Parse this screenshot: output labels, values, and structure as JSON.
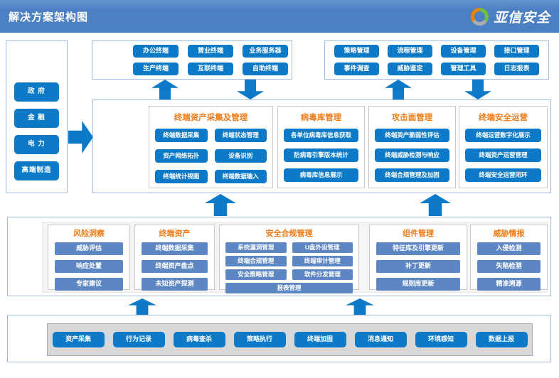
{
  "header": {
    "title": "解决方案架构图",
    "brand": "亚信安全"
  },
  "colors": {
    "header_bg": "#4b80c3",
    "accent_blue": "#0d7ac8",
    "soft_blue": "#5d87c3",
    "title_orange": "#ed7b17",
    "agent_panel_gray": "#d8d8d8"
  },
  "industries": [
    "政 府",
    "金 融",
    "电 力",
    "高端制造"
  ],
  "terminals": [
    "办公终端",
    "营业终端",
    "业务服务器",
    "生产终端",
    "互联终端",
    "自助终端"
  ],
  "management": [
    "策略管理",
    "流程管理",
    "设备管理",
    "接口管理",
    "事件调查",
    "威胁鉴定",
    "管理工具",
    "日志报表"
  ],
  "platform": {
    "sections": [
      {
        "title": "终端资产采集及管理",
        "buttons": [
          "终端数据采集",
          "终端状态管理",
          "资产网络拓扑",
          "设备识别",
          "终端统计视图",
          "终端数据输入"
        ]
      },
      {
        "title": "病毒库管理",
        "buttons": [
          "各单位病毒库信息获取",
          "防病毒引擎版本统计",
          "病毒库信息展示"
        ]
      },
      {
        "title": "攻击面管理",
        "buttons": [
          "终端资产脆弱性评估",
          "终端威胁检测与响应",
          "终端合规管理及加固"
        ]
      },
      {
        "title": "终端安全运营",
        "buttons": [
          "终端运营数字化展示",
          "终端资产运营管理",
          "终端安全运营闭环"
        ]
      }
    ]
  },
  "capabilities": {
    "sections": [
      {
        "title": "风险洞察",
        "buttons": [
          "威胁评估",
          "响应处置",
          "专家建议"
        ]
      },
      {
        "title": "终端资产",
        "buttons": [
          "终端数据采集",
          "终端资产盘点",
          "未知资产探测"
        ]
      },
      {
        "title": "安全合规管理",
        "buttons": [
          "系统漏洞管理",
          "U盘外设管理",
          "终端合规管理",
          "终端审计管理",
          "安全策略管理",
          "软件分发管理"
        ],
        "wide_button": "报表管理"
      },
      {
        "title": "组件管理",
        "buttons": [
          "特征库及引擎更新",
          "补丁更新",
          "规则库更新"
        ]
      },
      {
        "title": "威胁情报",
        "buttons": [
          "入侵检测",
          "失陷检测",
          "精准溯源"
        ]
      }
    ]
  },
  "agent": [
    "资产采集",
    "行为记录",
    "病毒查杀",
    "策略执行",
    "终端加固",
    "消息通知",
    "环境感知",
    "数据上报"
  ]
}
